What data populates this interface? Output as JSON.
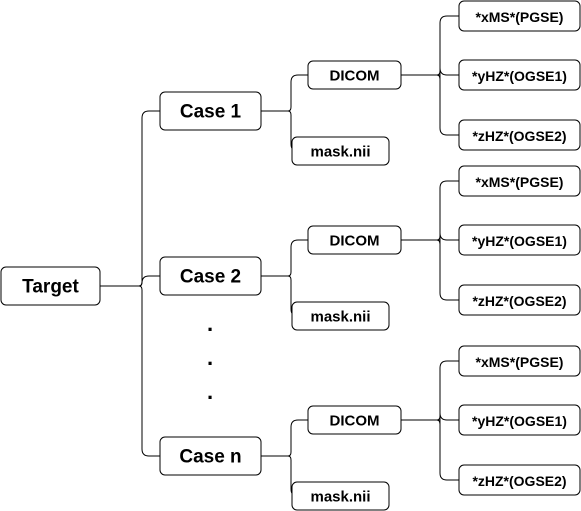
{
  "root": {
    "label": "Target"
  },
  "cases": [
    {
      "label": "Case 1",
      "dicom": {
        "label": "DICOM",
        "files": [
          "*xMS*(PGSE)",
          "*yHZ*(OGSE1)",
          "*zHZ*(OGSE2)"
        ]
      },
      "mask": {
        "label": "mask.nii"
      }
    },
    {
      "label": "Case 2",
      "dicom": {
        "label": "DICOM",
        "files": [
          "*xMS*(PGSE)",
          "*yHZ*(OGSE1)",
          "*zHZ*(OGSE2)"
        ]
      },
      "mask": {
        "label": "mask.nii"
      }
    },
    {
      "label": "Case n",
      "dicom": {
        "label": "DICOM",
        "files": [
          "*xMS*(PGSE)",
          "*yHZ*(OGSE1)",
          "*zHZ*(OGSE2)"
        ]
      },
      "mask": {
        "label": "mask.nii"
      }
    }
  ],
  "ellipsis": ".",
  "colors": {
    "stroke": "#000000",
    "fill": "#ffffff",
    "text": "#000000"
  }
}
